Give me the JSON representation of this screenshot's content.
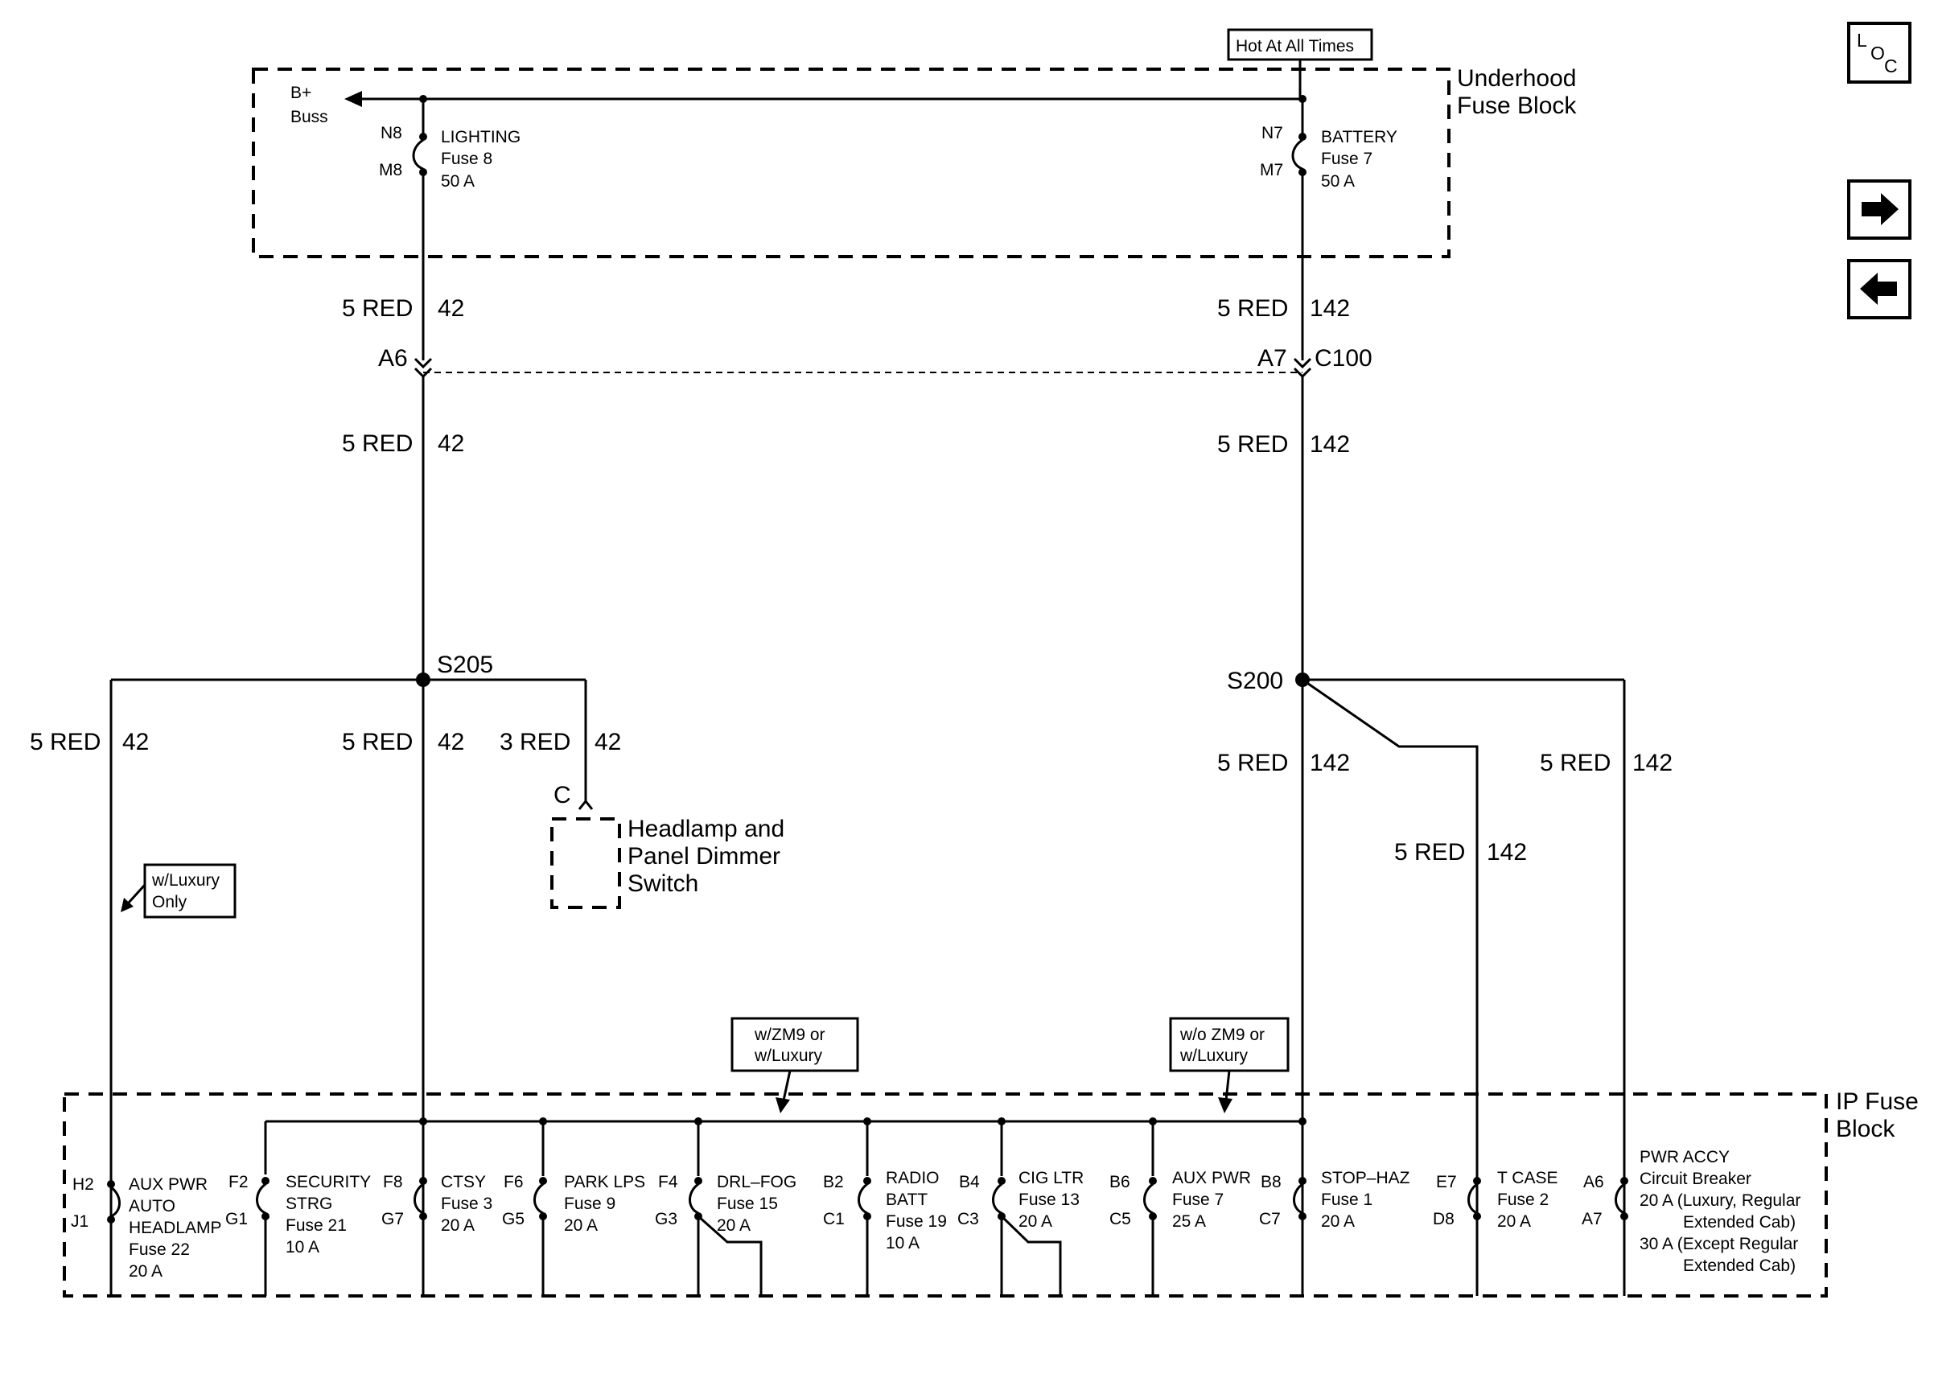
{
  "hot_label": "Hot At All Times",
  "underhood": {
    "title_line1": "Underhood",
    "title_line2": "Fuse Block",
    "bplus_line1": "B+",
    "bplus_line2": "Buss",
    "lighting": {
      "pin_top": "N8",
      "pin_bot": "M8",
      "name": "LIGHTING",
      "fuse": "Fuse 8",
      "amps": "50 A"
    },
    "battery": {
      "pin_top": "N7",
      "pin_bot": "M7",
      "name": "BATTERY",
      "fuse": "Fuse 7",
      "amps": "50 A"
    }
  },
  "wires": {
    "red5": "5 RED",
    "red3": "3 RED",
    "c42": "42",
    "c142": "142"
  },
  "connector": {
    "left_pin": "A6",
    "right_pin": "A7",
    "name": "C100"
  },
  "splices": {
    "s205": "S205",
    "s200": "S200"
  },
  "dimmer": {
    "pin": "C",
    "line1": "Headlamp and",
    "line2": "Panel Dimmer",
    "line3": "Switch"
  },
  "notes": {
    "luxury_only_1": "w/Luxury",
    "luxury_only_2": "Only",
    "zm9_1": "w/ZM9 or",
    "zm9_2": "w/Luxury",
    "wozm9_1": "w/o ZM9 or",
    "wozm9_2": "w/Luxury"
  },
  "ip": {
    "title_line1": "IP Fuse",
    "title_line2": "Block",
    "fuses": [
      {
        "pin_top": "H2",
        "pin_bot": "J1",
        "lines": [
          "AUX PWR",
          "AUTO",
          "HEADLAMP",
          "Fuse 22",
          "20 A"
        ]
      },
      {
        "pin_top": "F2",
        "pin_bot": "G1",
        "lines": [
          "SECURITY",
          "STRG",
          "Fuse 21",
          "10 A"
        ]
      },
      {
        "pin_top": "F8",
        "pin_bot": "G7",
        "lines": [
          "CTSY",
          "Fuse 3",
          "20 A"
        ]
      },
      {
        "pin_top": "F6",
        "pin_bot": "G5",
        "lines": [
          "PARK LPS",
          "Fuse 9",
          "20 A"
        ]
      },
      {
        "pin_top": "F4",
        "pin_bot": "G3",
        "lines": [
          "DRL–FOG",
          "Fuse 15",
          "20 A"
        ]
      },
      {
        "pin_top": "B2",
        "pin_bot": "C1",
        "lines": [
          "RADIO",
          "BATT",
          "Fuse 19",
          "10 A"
        ]
      },
      {
        "pin_top": "B4",
        "pin_bot": "C3",
        "lines": [
          "CIG LTR",
          "Fuse 13",
          "20 A"
        ]
      },
      {
        "pin_top": "B6",
        "pin_bot": "C5",
        "lines": [
          "AUX PWR",
          "Fuse 7",
          "25 A"
        ]
      },
      {
        "pin_top": "B8",
        "pin_bot": "C7",
        "lines": [
          "STOP–HAZ",
          "Fuse 1",
          "20 A"
        ]
      },
      {
        "pin_top": "E7",
        "pin_bot": "D8",
        "lines": [
          "T CASE",
          "Fuse 2",
          "20 A"
        ]
      },
      {
        "pin_top": "A6",
        "pin_bot": "A7",
        "lines": [
          "PWR ACCY",
          "Circuit Breaker",
          "20 A (Luxury, Regular",
          "Extended Cab)",
          "30 A (Except Regular",
          "Extended Cab)"
        ]
      }
    ]
  },
  "nav": {
    "loc_l": "L",
    "loc_o": "O",
    "loc_c": "C",
    "next_icon": "arrow-right-icon",
    "prev_icon": "arrow-left-icon"
  }
}
